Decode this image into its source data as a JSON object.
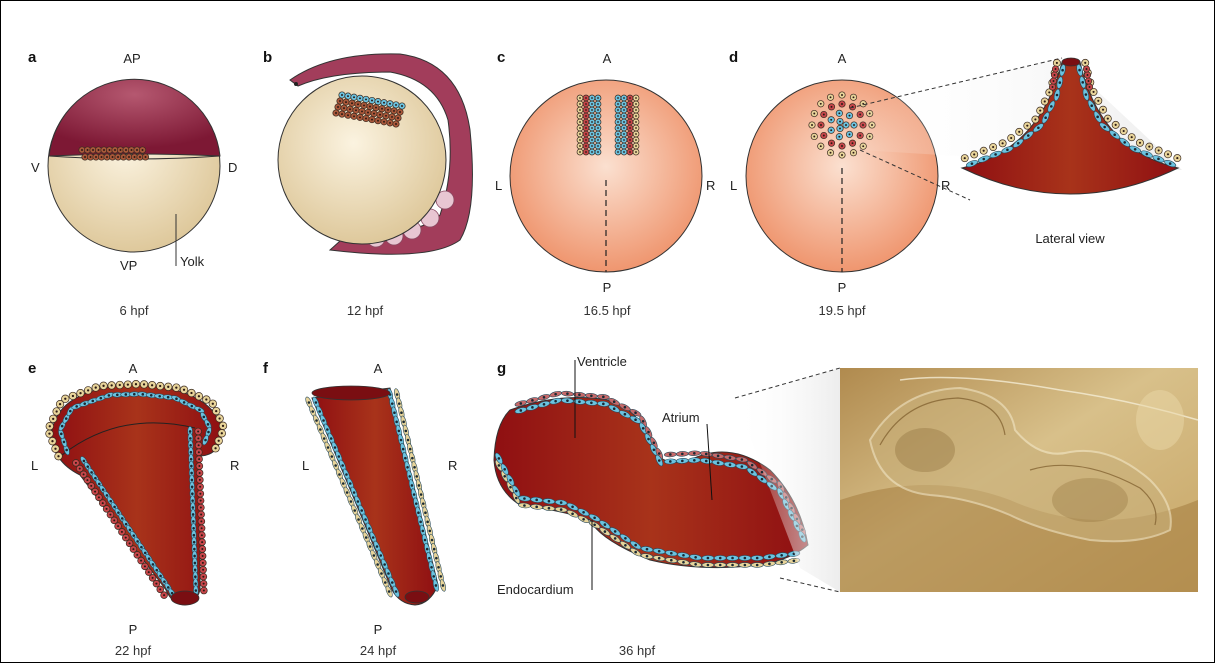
{
  "colors": {
    "myocardium_fill": "#9e1212",
    "ventricle_cell": "#6bc3e0",
    "atrial_cell": "#c8464a",
    "endocardial_cell": "#e8d49a",
    "embryo_orange": "#f2a682",
    "yolk": "#ecd8ab",
    "animal_cap": "#8a1f3d",
    "tail": "#a03a58"
  },
  "panels": {
    "a": {
      "letter": "a",
      "top": "AP",
      "bottom": "VP",
      "left": "V",
      "right": "D",
      "yolk": "Yolk",
      "stage": "6 hpf"
    },
    "b": {
      "letter": "b",
      "stage": "12 hpf"
    },
    "c": {
      "letter": "c",
      "top": "A",
      "left": "L",
      "right": "R",
      "bottom": "P",
      "stage": "16.5 hpf"
    },
    "d": {
      "letter": "d",
      "top": "A",
      "left": "L",
      "right": "R",
      "bottom": "P",
      "stage": "19.5 hpf",
      "lateral": "Lateral view"
    },
    "e": {
      "letter": "e",
      "top": "A",
      "left": "L",
      "right": "R",
      "bottom": "P",
      "stage": "22 hpf"
    },
    "f": {
      "letter": "f",
      "top": "A",
      "left": "L",
      "right": "R",
      "bottom": "P",
      "stage": "24 hpf"
    },
    "g": {
      "letter": "g",
      "ventricle": "Ventricle",
      "atrium": "Atrium",
      "endocardium": "Endocardium",
      "stage": "36 hpf"
    }
  }
}
